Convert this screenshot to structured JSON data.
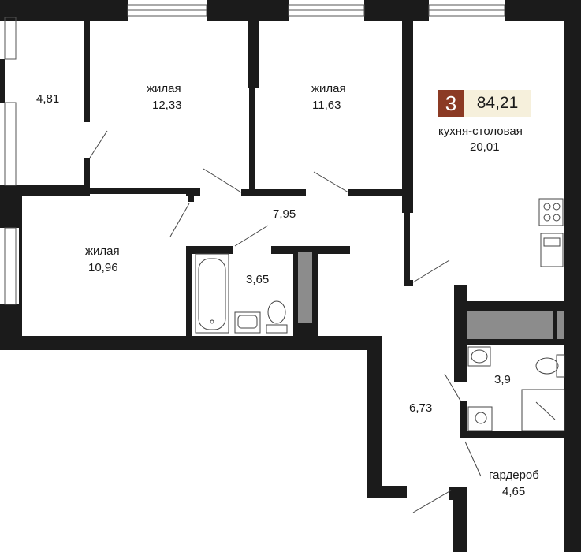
{
  "apartment": {
    "rooms_count": "3",
    "total_area": "84,21"
  },
  "rooms": {
    "balcony": {
      "area": "4,81"
    },
    "living1": {
      "name": "жилая",
      "area": "12,33"
    },
    "living2": {
      "name": "жилая",
      "area": "11,63"
    },
    "kitchen": {
      "name": "кухня-столовая",
      "area": "20,01"
    },
    "hall": {
      "area": "7,95"
    },
    "living3": {
      "name": "жилая",
      "area": "10,96"
    },
    "bathroom": {
      "area": "3,65"
    },
    "wc": {
      "area": "3,9"
    },
    "corridor": {
      "area": "6,73"
    },
    "wardrobe": {
      "name": "гардероб",
      "area": "4,65"
    }
  },
  "colors": {
    "wall": "#1b1b1b",
    "fixture": "#888888",
    "accent": "#8b3a24",
    "area_bg": "#f6f0dc"
  }
}
